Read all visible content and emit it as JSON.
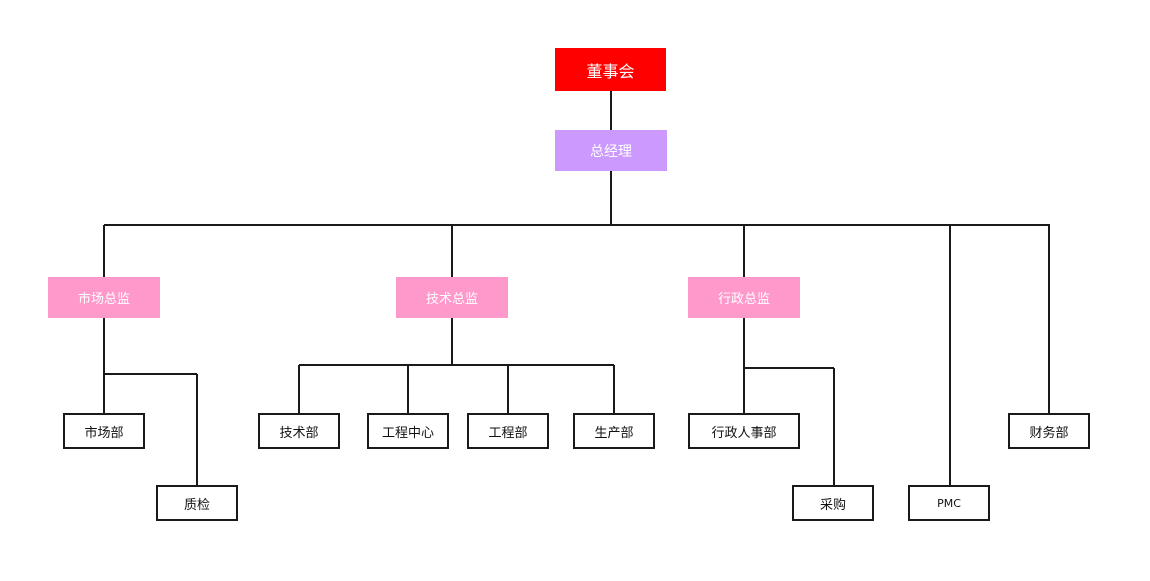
{
  "org_chart": {
    "board": {
      "label": "董事会",
      "color": "#ff0000"
    },
    "general_manager": {
      "label": "总经理",
      "color": "#cc99ff"
    },
    "directors": {
      "color": "#ff99cc",
      "marketing": "市场总监",
      "technical": "技术总监",
      "administrative": "行政总监"
    },
    "departments": {
      "marketing_dept": "市场部",
      "quality_inspection": "质检",
      "technical_dept": "技术部",
      "engineering_center": "工程中心",
      "engineering_dept": "工程部",
      "production_dept": "生产部",
      "admin_hr_dept": "行政人事部",
      "procurement": "采购",
      "pmc": "PMC",
      "finance_dept": "财务部"
    }
  }
}
